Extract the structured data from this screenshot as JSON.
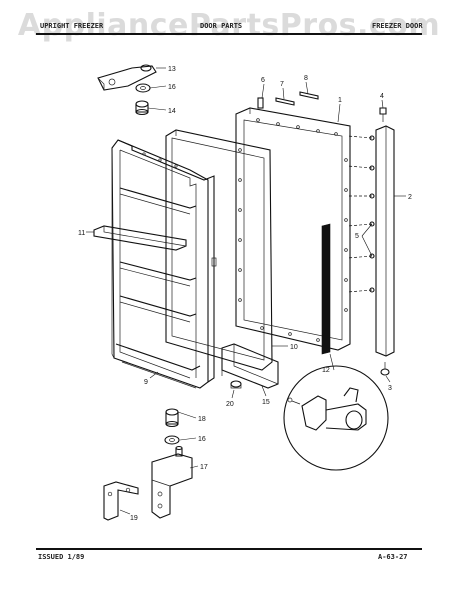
{
  "header": {
    "left": "UPRIGHT FREEZER",
    "center": "DOOR PARTS",
    "right": "FREEZER DOOR"
  },
  "watermark": {
    "text": "AppliancePartsPros.com"
  },
  "callouts": [
    "1",
    "2",
    "3",
    "4",
    "5",
    "6",
    "7",
    "8",
    "9",
    "10",
    "11",
    "12",
    "13",
    "14",
    "15",
    "16",
    "16",
    "17",
    "18",
    "19",
    "20"
  ],
  "footer": {
    "issued": "ISSUED 1/89",
    "page_code": "A-63-27"
  }
}
